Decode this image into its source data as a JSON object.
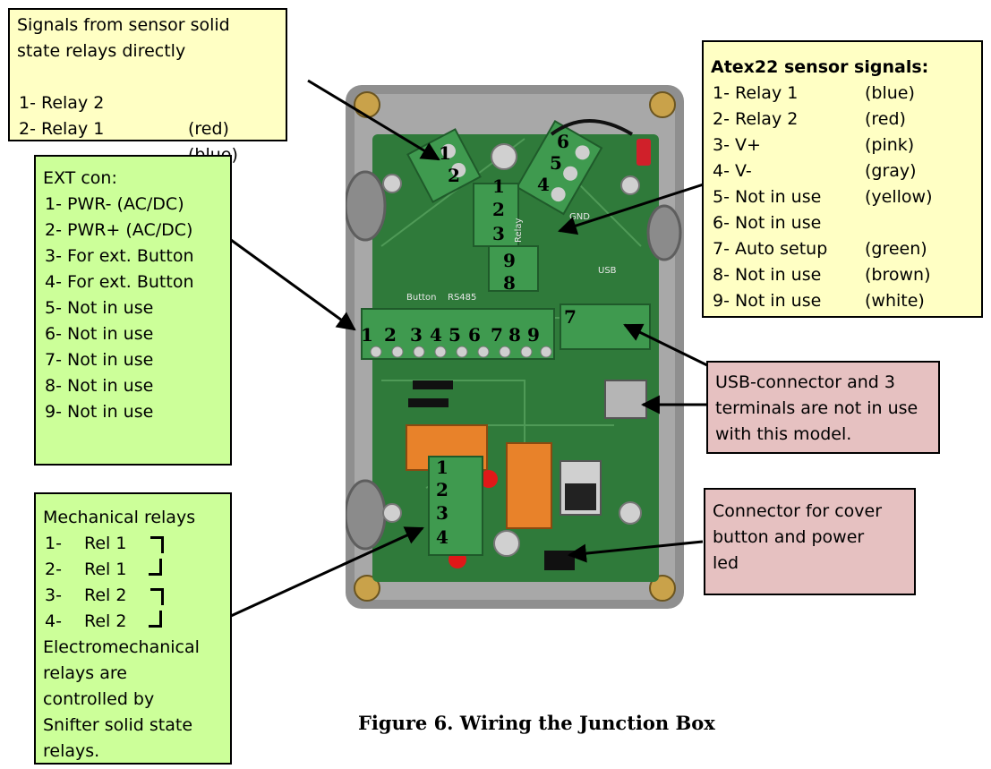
{
  "sensor_signals_box": {
    "title_lines": [
      "Signals from sensor solid",
      "state relays directly"
    ],
    "rows": [
      {
        "a": "1- Relay 2",
        "b": "(red)"
      },
      {
        "a": "2- Relay 1",
        "b": "(blue)"
      }
    ]
  },
  "atex_box": {
    "title": "Atex22 sensor signals:",
    "rows": [
      {
        "a": "1- Relay 1",
        "b": "(blue)"
      },
      {
        "a": "2- Relay 2",
        "b": "(red)"
      },
      {
        "a": "3- V+",
        "b": "(pink)"
      },
      {
        "a": "4- V-",
        "b": "(gray)"
      },
      {
        "a": "5- Not in use",
        "b": "(yellow)"
      },
      {
        "a": "6- Not in use",
        "b": ""
      },
      {
        "a": "7- Auto setup",
        "b": "(green)"
      },
      {
        "a": "8- Not in use",
        "b": "(brown)"
      },
      {
        "a": "9- Not in use",
        "b": "(white)"
      }
    ]
  },
  "ext_box": {
    "title": "EXT con:",
    "rows": [
      "1- PWR- (AC/DC)",
      "2- PWR+ (AC/DC)",
      "3- For ext. Button",
      "4- For ext. Button",
      "5- Not in use",
      "6- Not in use",
      "7- Not in use",
      "8- Not in use",
      "9- Not in use"
    ]
  },
  "usb_box": {
    "lines": [
      "USB-connector and 3",
      "terminals are not in use",
      "with this model."
    ]
  },
  "mech_box": {
    "title": "Mechanical relays",
    "rows": [
      {
        "a": "1-",
        "b": "Rel 1"
      },
      {
        "a": "2-",
        "b": "Rel 1"
      },
      {
        "a": "3-",
        "b": "Rel 2"
      },
      {
        "a": "4-",
        "b": "Rel 2"
      }
    ],
    "note_lines": [
      "Electromechanical",
      "relays are",
      "controlled by",
      "Snifter solid state",
      "relays."
    ]
  },
  "cover_box": {
    "lines": [
      "Connector for cover",
      "button and power",
      "led"
    ]
  },
  "caption": "Figure 6. Wiring the Junction Box",
  "board_labels": {
    "top_left": [
      "1",
      "2"
    ],
    "top_right": [
      "6",
      "5",
      "4"
    ],
    "center": [
      "1",
      "2",
      "3"
    ],
    "small": [
      "9",
      "8"
    ],
    "ext_row": [
      "1",
      "2",
      "3",
      "4",
      "5",
      "6",
      "7",
      "8",
      "9"
    ],
    "usb_term": "7",
    "mech": [
      "1",
      "2",
      "3",
      "4"
    ],
    "silk": [
      "Button",
      "RS485",
      "USB",
      "Relay",
      "GND"
    ]
  },
  "colors": {
    "yellow_box": "#ffffc4",
    "green_box": "#ccff99",
    "pink_box": "#e6c1c1",
    "pcb": "#2f7a3a",
    "enclosure": "#9a9a9a",
    "terminal": "#3f9a4f",
    "relay": "#e8822a"
  }
}
